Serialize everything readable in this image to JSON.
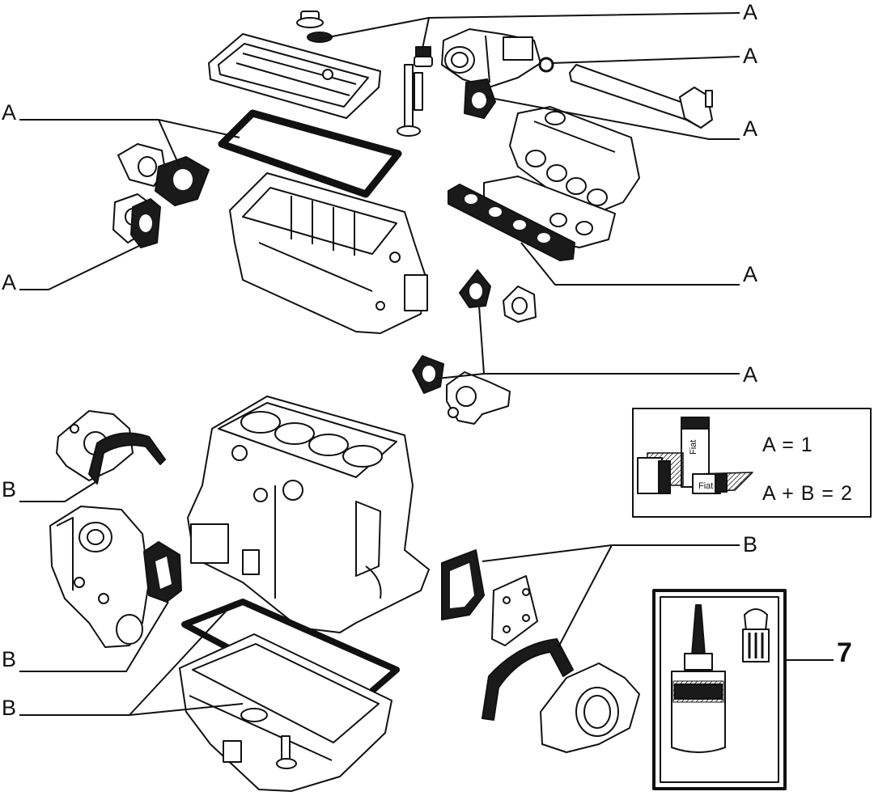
{
  "callouts": {
    "a_1": "A",
    "a_2": "A",
    "a_3": "A",
    "a_4": "A",
    "a_5": "A",
    "a_6": "A",
    "a_7": "A",
    "b_1": "B",
    "b_2": "B",
    "b_3": "B",
    "b_4": "B"
  },
  "legend": {
    "line_a": "A = 1",
    "line_ab": "A + B = 2",
    "tube_brand": "Fiat"
  },
  "kit": {
    "number": "7"
  },
  "colors": {
    "ink": "#111111",
    "paper": "#ffffff",
    "gasket": "#1a1a1a"
  }
}
